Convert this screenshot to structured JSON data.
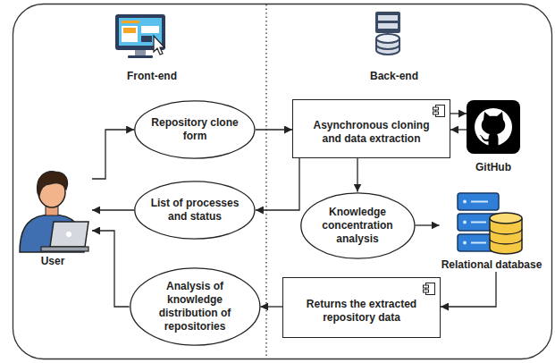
{
  "diagram": {
    "nodes": [
      {
        "text": [
          "Repository clone form"
        ]
      },
      {
        "text": [
          "Asynchronous cloning and data extraction"
        ]
      },
      {
        "text": [
          "GitHub"
        ]
      },
      {
        "text": [
          "User"
        ]
      },
      {
        "text": [
          "List of processes and status"
        ]
      },
      {
        "text": [
          "Knowledge concentration analysis"
        ]
      },
      {
        "text": [
          "Relational database"
        ]
      },
      {
        "text": [
          "Analysis of knowledge distribution of repositories"
        ]
      },
      {
        "text": [
          "Returns the extracted repository data"
        ]
      }
    ],
    "edges": [
      {
        "from": 3,
        "to": 0,
        "arrow": "to"
      },
      {
        "from": 0,
        "to": 1,
        "arrow": "to"
      },
      {
        "from": 1,
        "to": 2,
        "arrow": "to"
      },
      {
        "from": 2,
        "to": 1,
        "arrow": "to"
      },
      {
        "from": 1,
        "to": 4,
        "arrow": "to"
      },
      {
        "from": 4,
        "to": 3,
        "arrow": "to"
      },
      {
        "from": 1,
        "to": 5,
        "arrow": "to"
      },
      {
        "from": 5,
        "to": 6,
        "arrow": "to"
      },
      {
        "from": 6,
        "to": 8,
        "arrow": "to"
      },
      {
        "from": 8,
        "to": 7,
        "arrow": "to"
      },
      {
        "from": 7,
        "to": 3,
        "arrow": "to"
      }
    ],
    "labels": [
      "Front-end",
      "Back-end"
    ]
  }
}
